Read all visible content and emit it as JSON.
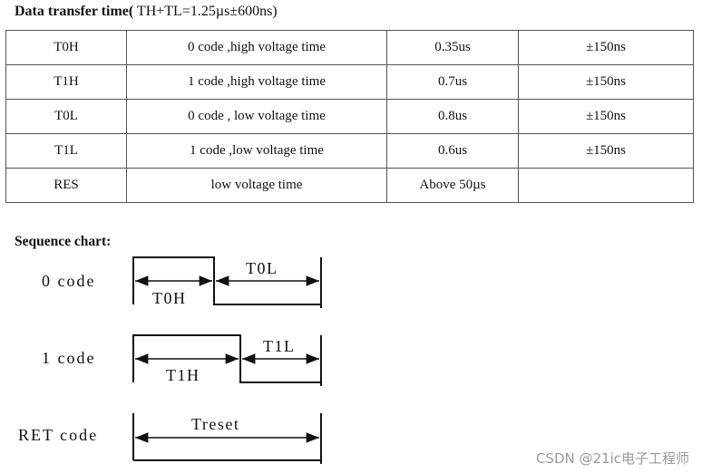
{
  "header": {
    "title": "Data transfer time(",
    "formula": " TH+TL=1.25µs±600ns)"
  },
  "timing_table": {
    "rows": [
      [
        "T0H",
        "0 code ,high voltage time",
        "0.35us",
        "±150ns"
      ],
      [
        "T1H",
        "1 code ,high voltage time",
        "0.7us",
        "±150ns"
      ],
      [
        "T0L",
        "0 code , low voltage time",
        "0.8us",
        "±150ns"
      ],
      [
        "T1L",
        "1 code ,low voltage time",
        "0.6us",
        "±150ns"
      ],
      [
        "RES",
        "low voltage time",
        "Above 50µs",
        ""
      ]
    ]
  },
  "sequence": {
    "heading": "Sequence chart:",
    "zero_code": {
      "label": "0 code",
      "high_label": "T0H",
      "low_label": "T0L"
    },
    "one_code": {
      "label": "1 code",
      "high_label": "T1H",
      "low_label": "T1L"
    },
    "ret_code": {
      "label": "RET code",
      "reset_label": "Treset"
    }
  },
  "watermark": "CSDN @21ic电子工程师"
}
